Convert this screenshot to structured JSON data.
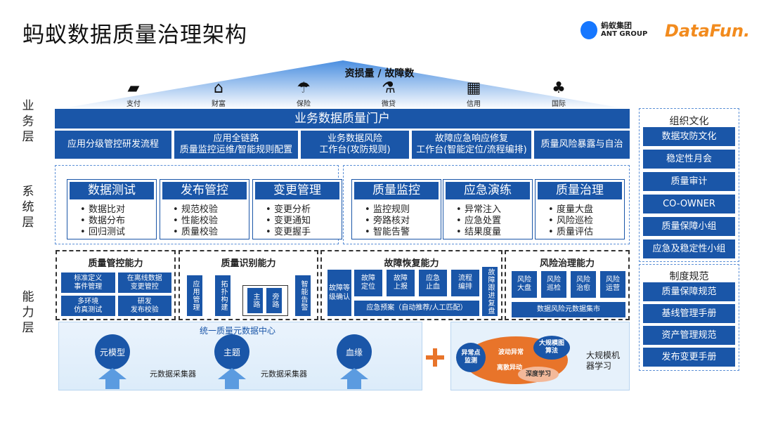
{
  "title": "蚂蚁数据质量治理架构",
  "logos": {
    "ant_cn": "蚂蚁集团",
    "ant_en": "ANT GROUP",
    "datafun": "DataFun."
  },
  "top_banner": "资损量 / 故障数",
  "biz_icons": [
    {
      "label": "支付",
      "icon": "wallet-icon"
    },
    {
      "label": "财富",
      "icon": "bank-icon"
    },
    {
      "label": "保险",
      "icon": "umbrella-person-icon"
    },
    {
      "label": "微贷",
      "icon": "flask-icon"
    },
    {
      "label": "信用",
      "icon": "film-icon"
    },
    {
      "label": "国际",
      "icon": "clover-icon"
    }
  ],
  "layers": {
    "biz": "业务层",
    "sys": "系统层",
    "cap": "能力层"
  },
  "portal": "业务数据质量门户",
  "portal_items": [
    "应用分级管控研发流程",
    "应用全链路\n质量监控运维/智能规则配置",
    "业务数据风险\n工作台(攻防规则)",
    "故障应急响应修复\n工作台(智能定位/流程编排)",
    "质量风险暴露与自治"
  ],
  "systems": [
    {
      "name": "数据测试",
      "items": [
        "数据比对",
        "数据分布",
        "回归测试"
      ]
    },
    {
      "name": "发布管控",
      "items": [
        "规范校验",
        "性能校验",
        "质量校验"
      ]
    },
    {
      "name": "变更管理",
      "items": [
        "变更分析",
        "变更通知",
        "变更握手"
      ]
    },
    {
      "name": "质量监控",
      "items": [
        "监控规则",
        "旁路核对",
        "智能告警"
      ]
    },
    {
      "name": "应急演练",
      "items": [
        "异常注入",
        "应急处置",
        "结果度量"
      ]
    },
    {
      "name": "质量治理",
      "items": [
        "度量大盘",
        "风险巡检",
        "质量评估"
      ]
    }
  ],
  "cap_quality_control": {
    "title": "质量管控能力",
    "items": [
      "标准定义\n事件管理",
      "在离线数据\n变更管控",
      "多环境\n仿真测试",
      "研发\n发布校验"
    ]
  },
  "cap_identify": {
    "title": "质量识别能力",
    "items": [
      "应用管理",
      "拓扑构建",
      "主路",
      "旁路",
      "智能告警"
    ]
  },
  "cap_recovery": {
    "title": "故障恢复能力",
    "left": "故障等级确认",
    "items": [
      "故障\n定位",
      "故障\n上报",
      "应急\n止血",
      "流程\n编排"
    ],
    "right": "故障跟进复盘",
    "plan": "应急预案（自动推荐/人工匹配）"
  },
  "cap_risk": {
    "title": "风险治理能力",
    "items": [
      "风险\n大盘",
      "风险\n巡检",
      "风险\n治愈",
      "风险\n运营"
    ],
    "bottom": "数据风险元数据集市"
  },
  "meta_center": {
    "title": "统一质量元数据中心",
    "nodes": [
      "元模型",
      "主题",
      "血缘"
    ],
    "collectors": [
      "元数据采集器",
      "元数据采集器"
    ]
  },
  "ml": {
    "label": "大规模机\n器学习",
    "bubbles": [
      "异常点\n监测",
      "波动异常",
      "大规模图\n算法",
      "离散异动",
      "深度学习"
    ]
  },
  "org": {
    "title": "组织文化",
    "items": [
      "数据攻防文化",
      "稳定性月会",
      "质量审计",
      "CO-OWNER",
      "质量保障小组",
      "应急及稳定性小组"
    ]
  },
  "rules": {
    "title": "制度规范",
    "items": [
      "质量保障规范",
      "基线管理手册",
      "资产管理规范",
      "发布变更手册"
    ]
  },
  "colors": {
    "primary": "#1a56a8",
    "accent_orange": "#e8742a",
    "light_blue": "#5b9be0"
  }
}
